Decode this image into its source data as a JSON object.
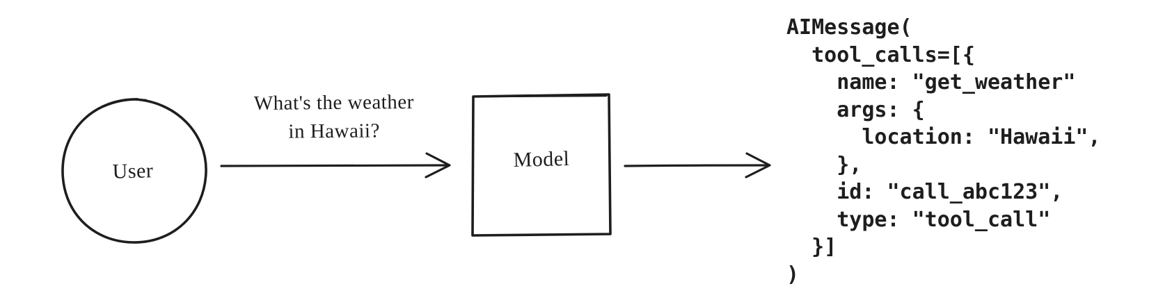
{
  "colors": {
    "background": "#ffffff",
    "ink": "#1e1e1e"
  },
  "diagram": {
    "user_node": {
      "label": "User",
      "shape": "circle"
    },
    "model_node": {
      "label": "Model",
      "shape": "rectangle"
    },
    "request_annotation": {
      "line1": "What's the weather",
      "line2": "in Hawaii?"
    }
  },
  "code_output": {
    "lines": [
      "AIMessage(",
      "  tool_calls=[{",
      "    name: \"get_weather\"",
      "    args: {",
      "      location: \"Hawaii\",",
      "    },",
      "    id: \"call_abc123\",",
      "    type: \"tool_call\"",
      "  }]",
      ")"
    ]
  }
}
